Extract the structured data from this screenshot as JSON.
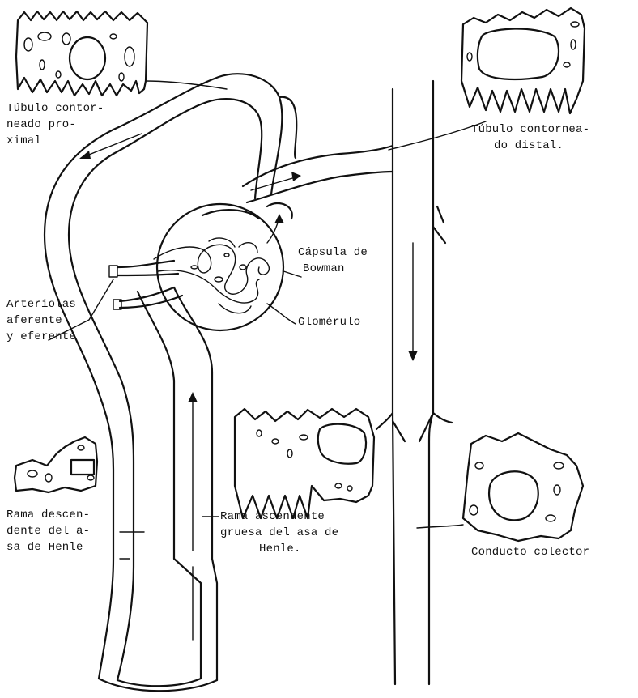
{
  "labels": {
    "proximal": [
      "Túbulo contor-",
      "neado pro-",
      "ximal"
    ],
    "distal": [
      "Túbulo contornea-",
      "do distal."
    ],
    "capsula": [
      "Cápsula de",
      "Bowman"
    ],
    "glomerulo": "Glomérulo",
    "arteriolas": [
      "Arteriolas",
      "aferente",
      "y eferente"
    ],
    "descendente": [
      "Rama descen-",
      "dente del a-",
      "sa de Henle"
    ],
    "ascendente": [
      "Rama ascendente",
      "gruesa del asa de",
      "Henle."
    ],
    "colector": "Conducto colector"
  },
  "colors": {
    "ink": "#111111",
    "background": "#ffffff"
  }
}
